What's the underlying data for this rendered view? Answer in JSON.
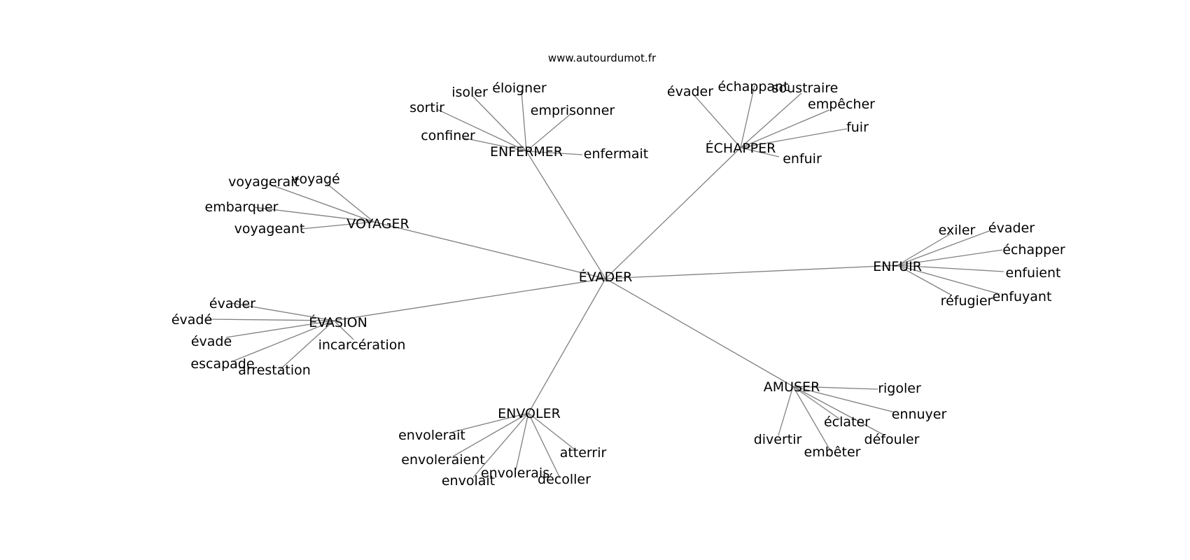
{
  "site": "www.autourdumot.fr",
  "center": "ÉVADER",
  "clusters": [
    {
      "hub": "ENFERMER",
      "leaves": [
        "sortir",
        "isoler",
        "éloigner",
        "emprisonner",
        "confiner",
        "enfermait"
      ]
    },
    {
      "hub": "ÉCHAPPER",
      "leaves": [
        "évader",
        "échappant",
        "soustraire",
        "empêcher",
        "fuir",
        "enfuir"
      ]
    },
    {
      "hub": "VOYAGER",
      "leaves": [
        "voyagerait",
        "voyagé",
        "embarquer",
        "voyageant"
      ]
    },
    {
      "hub": "ENFUIR",
      "leaves": [
        "exiler",
        "évader",
        "échapper",
        "enfuient",
        "enfuyant",
        "réfugier"
      ]
    },
    {
      "hub": "ÉVASION",
      "leaves": [
        "évader",
        "évadé",
        "évade",
        "escapade",
        "arrestation",
        "incarcération"
      ]
    },
    {
      "hub": "AMUSER",
      "leaves": [
        "rigoler",
        "ennuyer",
        "éclater",
        "défouler",
        "divertir",
        "embêter"
      ]
    },
    {
      "hub": "ENVOLER",
      "leaves": [
        "envolerait",
        "envoleraient",
        "envolait",
        "envolerais",
        "décoller",
        "atterrir"
      ]
    }
  ]
}
